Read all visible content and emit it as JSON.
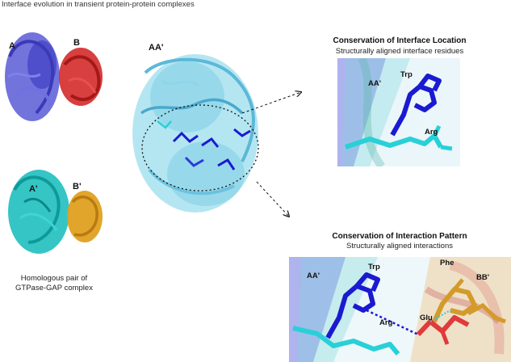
{
  "title": "Interface evolution in transient protein-protein complexes",
  "top_complex": {
    "label_a": "A",
    "label_b": "B"
  },
  "bottom_complex": {
    "label_a": "A'",
    "label_b": "B'",
    "caption_line1": "Homologous pair of",
    "caption_line2": "GTPase-GAP complex"
  },
  "center_structure": {
    "label": "AA'"
  },
  "location_panel": {
    "heading": "Conservation of Interface Location",
    "subheading": "Structurally aligned interface residues",
    "labels": {
      "chain": "AA'",
      "residue1": "Trp",
      "residue2": "Arg"
    }
  },
  "pattern_panel": {
    "heading": "Conservation of Interaction Pattern",
    "subheading": "Structurally aligned interactions",
    "labels": {
      "chain1": "AA'",
      "chain2": "BB'",
      "residue1": "Trp",
      "residue2": "Arg",
      "residue3": "Phe",
      "residue4": "Glu"
    }
  },
  "colors": {
    "chain_a": "#5b5bd6",
    "chain_b": "#d42a2a",
    "chain_a_prime": "#1fbfbf",
    "chain_b_prime": "#e0a020",
    "aligned": "#8fd6e8",
    "trp": "#1a1ad0",
    "arg": "#28d0d8",
    "phe": "#d49a2a",
    "glu": "#e03a3a"
  }
}
